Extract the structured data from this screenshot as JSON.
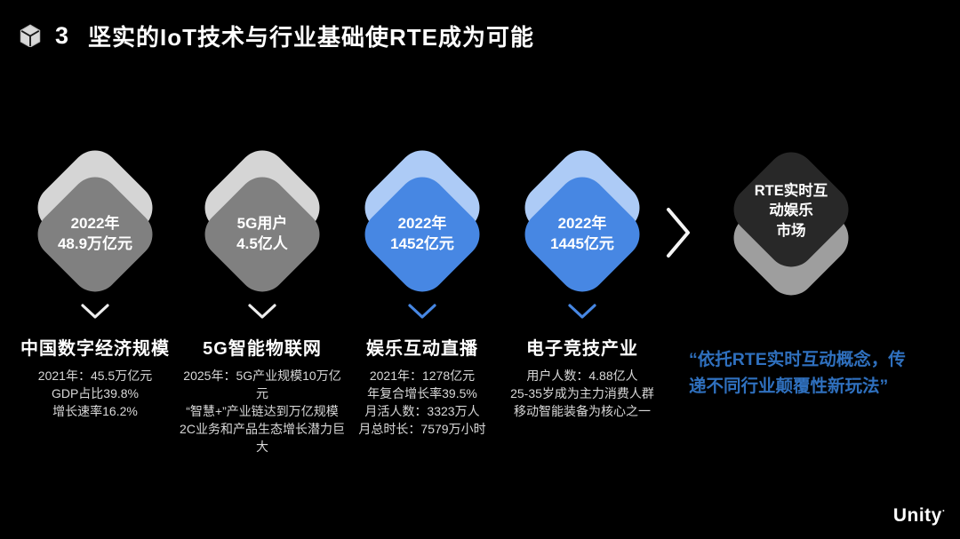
{
  "header": {
    "slide_number": "3",
    "title": "坚实的IoT技术与行业基础使RTE成为可能"
  },
  "icons": {
    "header_icon": "unity-cube-icon",
    "down_arrow": "chevron-down-icon",
    "forward_arrow": "chevron-right-icon"
  },
  "columns": [
    {
      "diamond_lines": [
        "2022年",
        "48.9万亿元"
      ],
      "heading": "中国数字经济规模",
      "details": [
        "2021年：45.5万亿元",
        "GDP占比39.8%",
        "增长速率16.2%"
      ]
    },
    {
      "diamond_lines": [
        "5G用户",
        "4.5亿人"
      ],
      "heading": "5G智能物联网",
      "details": [
        "2025年：5G产业规模10万亿元",
        "“智慧+”产业链达到万亿规模",
        "2C业务和产品生态增长潜力巨大"
      ]
    },
    {
      "diamond_lines": [
        "2022年",
        "1452亿元"
      ],
      "heading": "娱乐互动直播",
      "details": [
        "2021年：1278亿元",
        "年复合增长率39.5%",
        "月活人数：3323万人",
        "月总时长：7579万小时"
      ]
    },
    {
      "diamond_lines": [
        "2022年",
        "1445亿元"
      ],
      "heading": "电子竞技产业",
      "details": [
        "用户人数：4.88亿人",
        "25-35岁成为主力消费人群",
        "移动智能装备为核心之一"
      ]
    }
  ],
  "result": {
    "diamond_lines": [
      "RTE实时互",
      "动娱乐",
      "市场"
    ]
  },
  "quote": {
    "lines": [
      "“依托RTE实时互动概念，传",
      "递不同行业颠覆性新玩法”"
    ]
  },
  "footer": {
    "brand": "Unity",
    "brand_mark": "·"
  },
  "colors": {
    "gray_back": "#D5D5D5",
    "gray_front": "#808080",
    "blue_back": "#ADCBF6",
    "blue_front": "#4787E3",
    "dark_front": "#282828",
    "dark_back": "#9E9E9E",
    "chevron_light": "#EDEDED",
    "chevron_blue": "#4787E3",
    "arrow_white": "#F5F5F5",
    "quote_blue": "#2F70BE",
    "detail_gray": "#D8D8D8"
  }
}
